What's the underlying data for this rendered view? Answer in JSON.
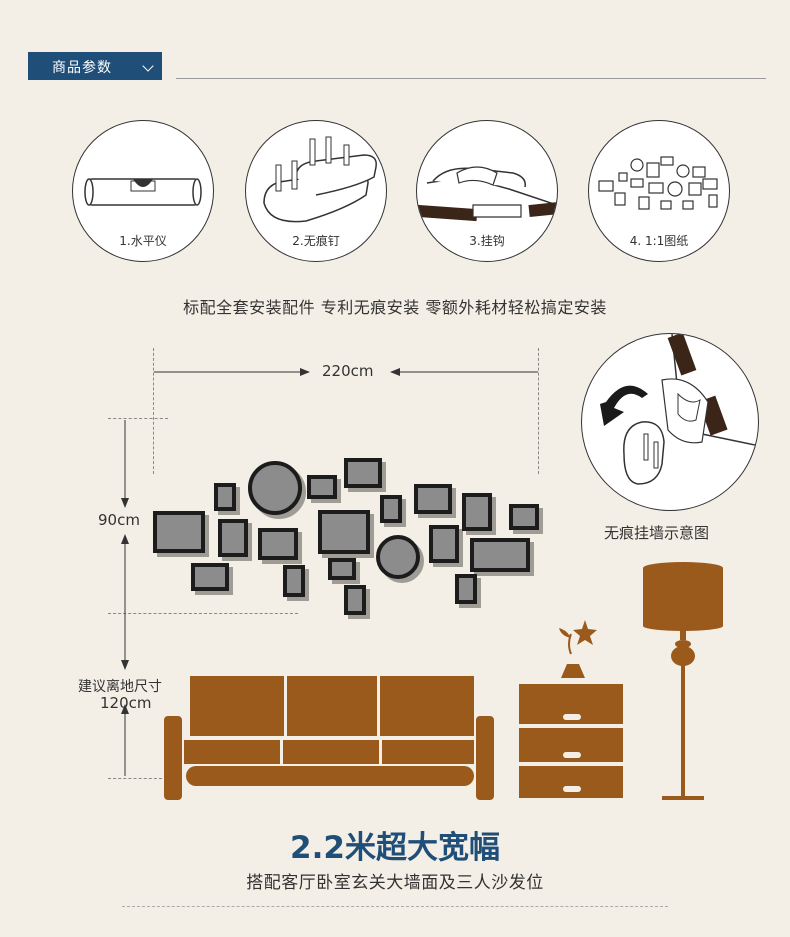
{
  "header": {
    "tab_label": "商品参数"
  },
  "accessories": [
    {
      "label": "1.水平仪",
      "icon": "level-icon"
    },
    {
      "label": "2.无痕钉",
      "icon": "nail-icon"
    },
    {
      "label": "3.挂钩",
      "icon": "hook-icon"
    },
    {
      "label": "4. 1:1图纸",
      "icon": "template-icon"
    }
  ],
  "tagline": "标配全套安装配件  专利无痕安装  零额外耗材轻松搞定安装",
  "dimensions": {
    "width": "220cm",
    "height": "90cm",
    "suggest_label": "建议离地尺寸",
    "suggest_value": "120cm"
  },
  "wall_caption": "无痕挂墙示意图",
  "headline": "2.2米超大宽幅",
  "subline": "搭配客厅卧室玄关大墙面及三人沙发位",
  "colors": {
    "brand_blue": "#1f4e79",
    "furniture": "#9a5a1c",
    "frame": "#1a1a1a",
    "photo": "#8c8c8c"
  }
}
